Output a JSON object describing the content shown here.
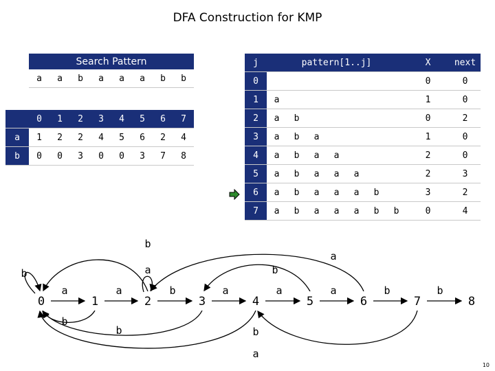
{
  "title": "DFA Construction for KMP",
  "search": {
    "header": "Search Pattern",
    "chars": [
      "a",
      "a",
      "b",
      "a",
      "a",
      "a",
      "b",
      "b"
    ]
  },
  "dfa": {
    "states": [
      "0",
      "1",
      "2",
      "3",
      "4",
      "5",
      "6",
      "7"
    ],
    "rows": [
      {
        "label": "a",
        "values": [
          "1",
          "2",
          "2",
          "4",
          "5",
          "6",
          "2",
          "4"
        ]
      },
      {
        "label": "b",
        "values": [
          "0",
          "0",
          "3",
          "0",
          "0",
          "3",
          "7",
          "8"
        ]
      }
    ]
  },
  "pattern_table": {
    "headers": {
      "j": "j",
      "pattern": "pattern[1..j]",
      "x": "X",
      "next": "next"
    },
    "rows": [
      {
        "j": "0",
        "chars": [
          "",
          "",
          "",
          "",
          "",
          "",
          ""
        ],
        "x": "0",
        "next": "0"
      },
      {
        "j": "1",
        "chars": [
          "a",
          "",
          "",
          "",
          "",
          "",
          ""
        ],
        "x": "1",
        "next": "0"
      },
      {
        "j": "2",
        "chars": [
          "a",
          "b",
          "",
          "",
          "",
          "",
          ""
        ],
        "x": "0",
        "next": "2"
      },
      {
        "j": "3",
        "chars": [
          "a",
          "b",
          "a",
          "",
          "",
          "",
          ""
        ],
        "x": "1",
        "next": "0"
      },
      {
        "j": "4",
        "chars": [
          "a",
          "b",
          "a",
          "a",
          "",
          "",
          ""
        ],
        "x": "2",
        "next": "0"
      },
      {
        "j": "5",
        "chars": [
          "a",
          "b",
          "a",
          "a",
          "a",
          "",
          ""
        ],
        "x": "2",
        "next": "3"
      },
      {
        "j": "6",
        "chars": [
          "a",
          "b",
          "a",
          "a",
          "a",
          "b",
          ""
        ],
        "x": "3",
        "next": "2"
      },
      {
        "j": "7",
        "chars": [
          "a",
          "b",
          "a",
          "a",
          "a",
          "b",
          "b"
        ],
        "x": "0",
        "next": "4"
      }
    ]
  },
  "diagram": {
    "states": [
      "0",
      "1",
      "2",
      "3",
      "4",
      "5",
      "6",
      "7",
      "8"
    ],
    "forward_labels": [
      "a",
      "a",
      "b",
      "a",
      "a",
      "a",
      "b",
      "b"
    ],
    "back_labels": {
      "self0": "b",
      "self2": "a",
      "b_2_0": "b",
      "b_5_3": "b",
      "a_6_2": "a",
      "b_1_0": "b",
      "b_3_0": "b",
      "b_4_0": "b",
      "a_7_4": "a"
    }
  },
  "page_number": "10",
  "colors": {
    "header_bg": "#1a2f78",
    "header_text": "#ffffff",
    "arrow": "#2e8b2e"
  }
}
